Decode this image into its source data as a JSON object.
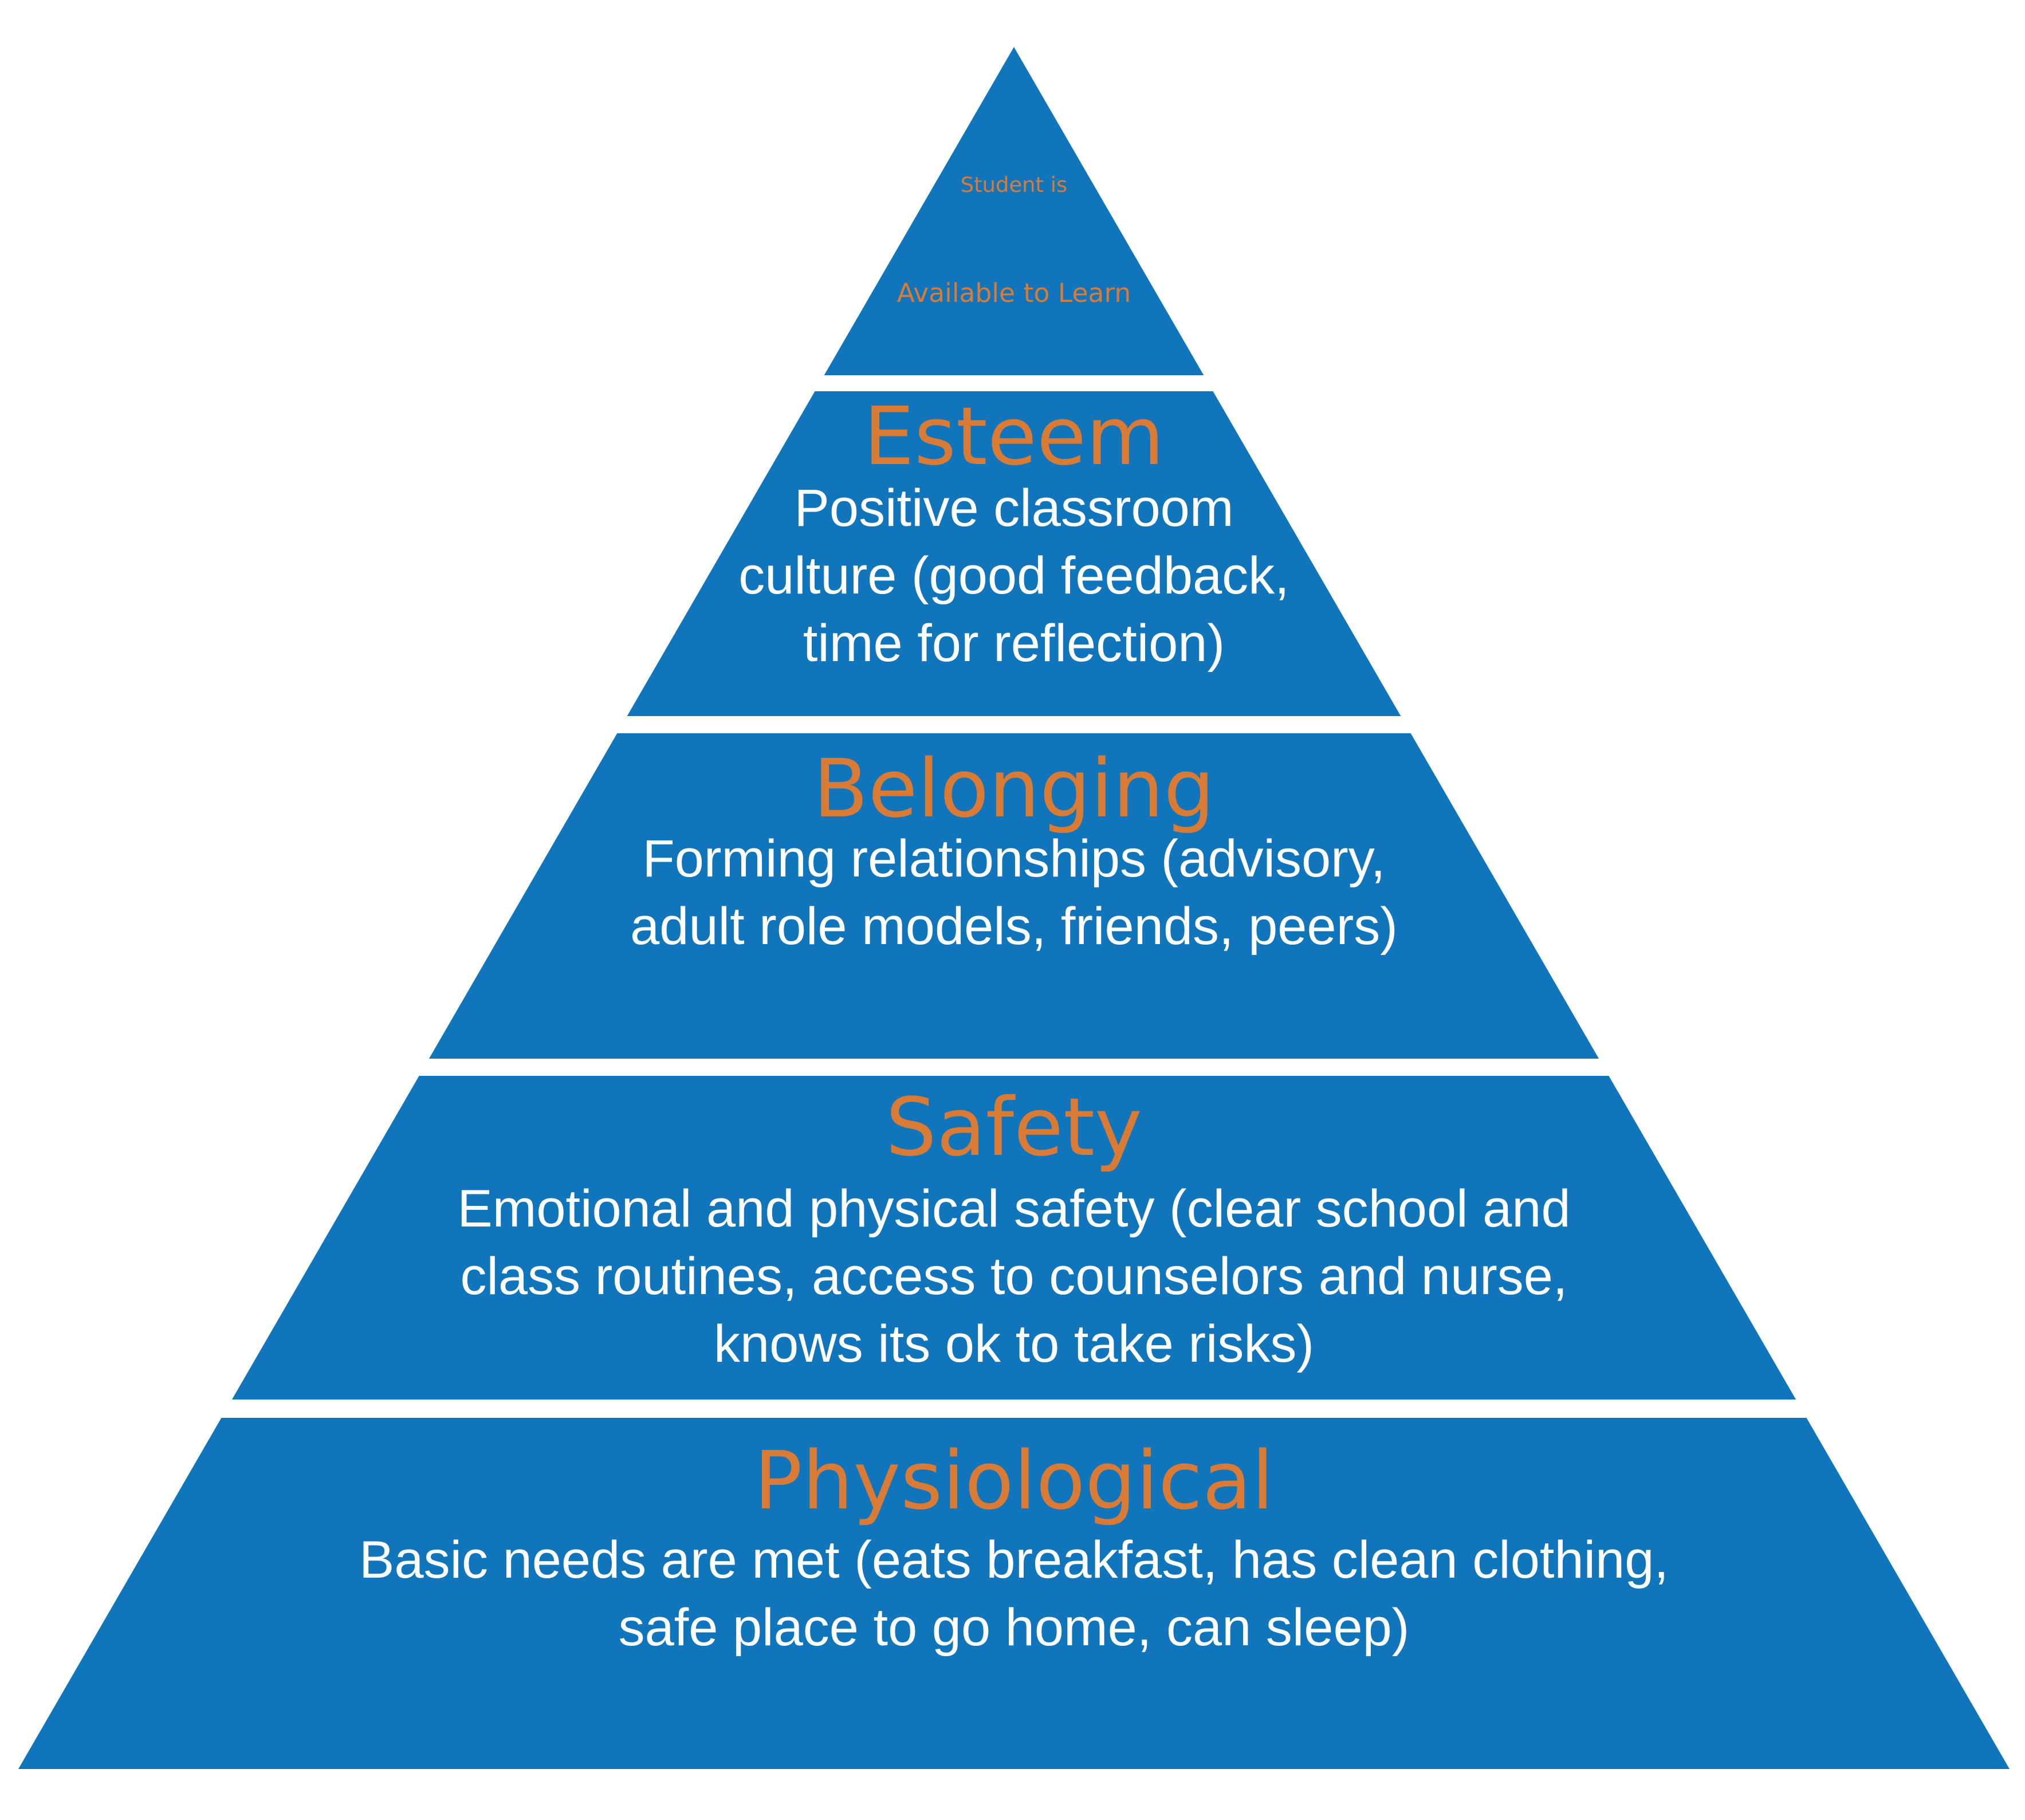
{
  "colors": {
    "tier_fill": "#1175bc",
    "title_text": "#d97a35",
    "desc_text": "#ffffff",
    "background": "#ffffff"
  },
  "tiers": [
    {
      "id": "top",
      "title_lines": [
        "Student is",
        "Available to Learn"
      ],
      "desc_lines": []
    },
    {
      "id": "esteem",
      "title_lines": [
        "Esteem"
      ],
      "desc_lines": [
        "Positive classroom",
        "culture (good feedback,",
        "time for reflection)"
      ]
    },
    {
      "id": "belonging",
      "title_lines": [
        "Belonging"
      ],
      "desc_lines": [
        "Forming relationships (advisory,",
        "adult role models, friends, peers)"
      ]
    },
    {
      "id": "safety",
      "title_lines": [
        "Safety"
      ],
      "desc_lines": [
        "Emotional and physical safety (clear school and",
        "class routines, access to counselors and nurse,",
        "knows its ok to take risks)"
      ]
    },
    {
      "id": "physiological",
      "title_lines": [
        "Physiological"
      ],
      "desc_lines": [
        "Basic needs are met (eats breakfast, has clean clothing,",
        "safe place to go home, can sleep)"
      ]
    }
  ]
}
